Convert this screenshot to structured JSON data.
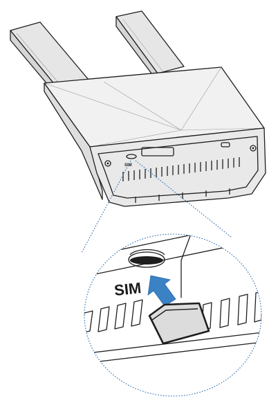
{
  "figure": {
    "sim_label": "SIM",
    "colors": {
      "device_body": "#e9e9e9",
      "device_top": "#f1f1f1",
      "legs": "#e6e6e6",
      "insert_arrow": "#3b82c4",
      "callout_outline": "#2b6cb0",
      "sim_card": "#dcdcdc"
    },
    "icons": [
      "insert-arrow-icon",
      "sim-card",
      "sim-slot",
      "magnifier-callout"
    ]
  }
}
